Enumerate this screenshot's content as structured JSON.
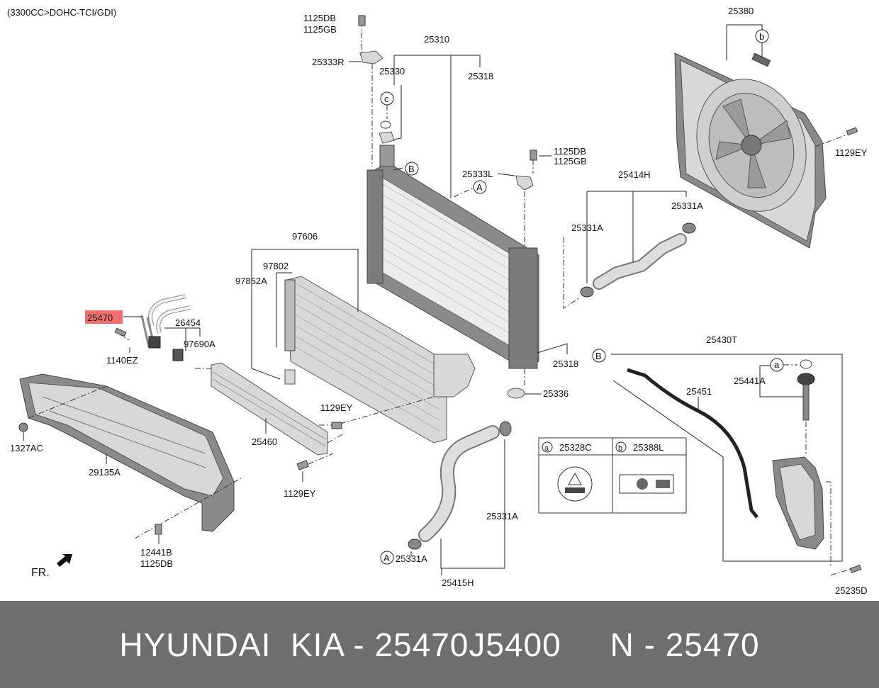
{
  "header": {
    "engine": "(3300CC>DOHC-TCI/GDI)"
  },
  "labels": {
    "p1125db_top": "1125DB",
    "p1125gb_top": "1125GB",
    "p25333r": "25333R",
    "p25310": "25310",
    "p25330": "25330",
    "p25318_top": "25318",
    "p25380": "25380",
    "p1129ey_right": "1129EY",
    "p1125db_mid": "1125DB",
    "p1125gb_mid": "1125GB",
    "p25333l": "25333L",
    "p25414h": "25414H",
    "p25331a_r1": "25331A",
    "p25331a_r2": "25331A",
    "p97606": "97606",
    "p97802": "97802",
    "p97852a": "97852A",
    "p25470": "25470",
    "p26454": "26454",
    "p97690a": "97690A",
    "p1140ez": "1140EZ",
    "p25318_mid": "25318",
    "p25336": "25336",
    "p25430t": "25430T",
    "p25441a": "25441A",
    "p25451": "25451",
    "p1129ey_mid": "1129EY",
    "p25460": "25460",
    "p1327ac": "1327AC",
    "p29135a": "29135A",
    "p1129ey_low": "1129EY",
    "p25331a_low": "25331A",
    "p25331a_bot": "25331A",
    "p25415h": "25415H",
    "p12441b": "12441B",
    "p1125db_bot": "1125DB",
    "p25235d": "25235D",
    "fr": "FR."
  },
  "callouts": {
    "a": "a",
    "b": "b",
    "c": "c",
    "A": "A",
    "B": "B"
  },
  "legend": {
    "cell_a_letter": "a",
    "cell_a_code": "25328C",
    "cell_b_letter": "b",
    "cell_b_code": "25388L"
  },
  "highlight_color": "#f26d6d",
  "footer": {
    "text": "HYUNDAI  KIA - 25470J5400     N - 25470"
  }
}
